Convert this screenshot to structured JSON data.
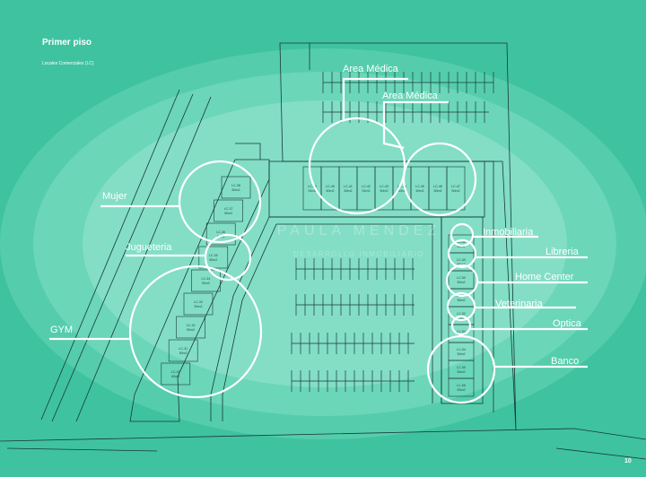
{
  "page": {
    "title": "Primer piso",
    "subtitle": "Locales Comerciales (LC)",
    "page_number": "10"
  },
  "watermark": {
    "main": "PAULA MENDEZ",
    "sub": "DESARROLLO INMOBILIARIO"
  },
  "colors": {
    "background": "#3fc2a0",
    "halo_outer": "#55cdac",
    "halo_mid": "#6bd6b8",
    "halo_inner": "#83dec5",
    "line": "#17393a",
    "highlight": "#ffffff"
  },
  "zones": [
    {
      "id": "area-medica-1",
      "label": "Area Médica"
    },
    {
      "id": "area-medica-2",
      "label": "Area Médica"
    },
    {
      "id": "mujer",
      "label": "Mujer"
    },
    {
      "id": "jugueteria",
      "label": "Jugueteria"
    },
    {
      "id": "gym",
      "label": "GYM"
    },
    {
      "id": "inmobiliaria",
      "label": "Inmobiliaria"
    },
    {
      "id": "libreria",
      "label": "Libreria"
    },
    {
      "id": "home-center",
      "label": "Home Center"
    },
    {
      "id": "veterinaria",
      "label": "Veterinaria"
    },
    {
      "id": "optica",
      "label": "Optica"
    },
    {
      "id": "banco",
      "label": "Banco"
    }
  ],
  "units": {
    "top_row": [
      {
        "code": "LC-39",
        "area": "51m2"
      },
      {
        "code": "LC-40",
        "area": "50m2"
      },
      {
        "code": "LC-41",
        "area": "50m2"
      },
      {
        "code": "LC-42",
        "area": "51m2"
      },
      {
        "code": "LC-43",
        "area": "50m2"
      },
      {
        "code": "LC-44",
        "area": "50m2"
      },
      {
        "code": "LC-45",
        "area": "50m2"
      },
      {
        "code": "LC-46",
        "area": "50m2"
      },
      {
        "code": "LC-47",
        "area": "50m2"
      }
    ],
    "left_wing": [
      {
        "code": "LC-38",
        "area": "60m2"
      },
      {
        "code": "LC-37",
        "area": "50m2"
      },
      {
        "code": "LC-36",
        "area": "50m2"
      },
      {
        "code": "LC-35",
        "area": "50m2"
      },
      {
        "code": "LC-34",
        "area": "50m2"
      },
      {
        "code": "LC-33",
        "area": "50m2"
      },
      {
        "code": "LC-32",
        "area": "50m2"
      },
      {
        "code": "LC-31",
        "area": "50m2"
      },
      {
        "code": "LC-30",
        "area": "80m2"
      }
    ],
    "right_wing": [
      {
        "code": "LC-48",
        "area": "50m2"
      },
      {
        "code": "LC-49",
        "area": "50m2"
      },
      {
        "code": "LC-50",
        "area": "50m2"
      },
      {
        "code": "LC-51",
        "area": "50m2"
      },
      {
        "code": "LC-52",
        "area": "50m2"
      },
      {
        "code": "LC-53",
        "area": "50m2"
      },
      {
        "code": "LC-54",
        "area": "50m2"
      },
      {
        "code": "LC-55",
        "area": "50m2"
      },
      {
        "code": "LC-56",
        "area": "50m2"
      }
    ]
  }
}
